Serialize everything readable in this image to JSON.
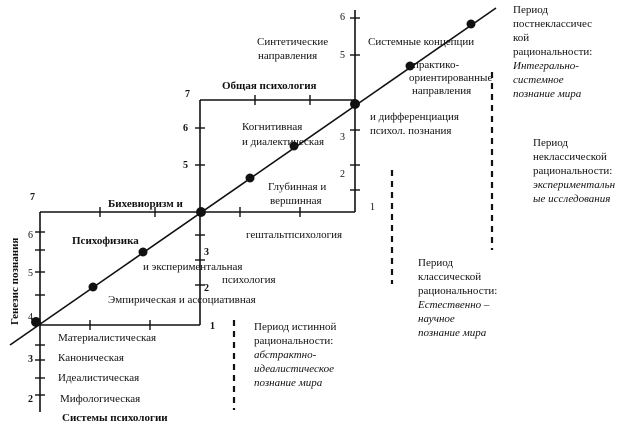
{
  "axis_labels": {
    "genesis": "Генезис познания",
    "systems": "Системы психологии"
  },
  "level_labels": {
    "mythological": "Мифологическая",
    "idealistic": "Идеалистическая",
    "canonical": "Каноническая",
    "materialistic": "Материалистическая",
    "empirical": "Эмпирическая и ассоциативная",
    "experimental": "и экспериментальная",
    "psychology": "психология",
    "psychophysics": "Психофизика",
    "behaviorism": "Бихевиоризм и",
    "gestalt": "гештальтпсихология",
    "depth_1": "Глубинная и",
    "depth_2": "вершинная",
    "cognitive_1": "Когнитивная",
    "cognitive_2": "и диалектическая",
    "general": "Общая психология",
    "differentiation_1": "и дифференциация",
    "differentiation_2": "психол. познания",
    "synthetic_1": "Синтетические",
    "synthetic_2": "направления",
    "system_concepts": "Системные концепции",
    "practice_1": "практико-",
    "practice_2": "ориентированные",
    "practice_3": "направления"
  },
  "periods": {
    "classical": {
      "l1": "Период истинной",
      "l2": "рациональности:",
      "l3": "абстрактно-",
      "l4": "идеалистическое",
      "l5": "познание мира"
    },
    "classical2": {
      "l1": "Период",
      "l2": "классической",
      "l3": "рациональности:",
      "l4": "Естественно –",
      "l5": "научное",
      "l6": "познание мира"
    },
    "nonclassical": {
      "l1": "Период",
      "l2": "неклассической",
      "l3": "рациональности:",
      "l4": "экспериментальн",
      "l5": "ые исследования"
    },
    "postnonclassical": {
      "l1": "Период",
      "l2": "постнеклассичес",
      "l3": "кой",
      "l4": "рациональности:",
      "l5": "Интегрально-",
      "l6": "системное",
      "l7": "познание мира"
    }
  },
  "numbers": {
    "n1": "1",
    "n2": "2",
    "n3": "3",
    "n4": "4",
    "n5": "5",
    "n6": "6",
    "n7": "7"
  }
}
